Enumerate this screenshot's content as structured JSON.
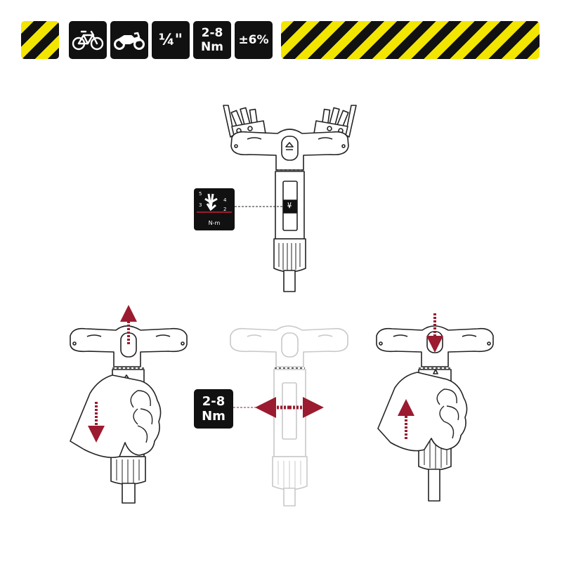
{
  "header": {
    "badges": [
      {
        "kind": "icon",
        "icon": "bicycle-icon"
      },
      {
        "kind": "icon",
        "icon": "motorcycle-icon"
      },
      {
        "kind": "text",
        "text": "¼\""
      },
      {
        "kind": "text",
        "text": "2-8\nNm"
      },
      {
        "kind": "text",
        "text": "±6%"
      }
    ]
  },
  "scale_callout": {
    "marks": [
      "5",
      "4",
      "3",
      "2"
    ],
    "unit": "N-m"
  },
  "range_callout": "2-8\nNm",
  "colors": {
    "stripe_yellow": "#f2e500",
    "stripe_black": "#111111",
    "arrow": "#9b1b30",
    "badge": "#111111",
    "outline": "#222222",
    "ghost": "#c8c8c8"
  }
}
